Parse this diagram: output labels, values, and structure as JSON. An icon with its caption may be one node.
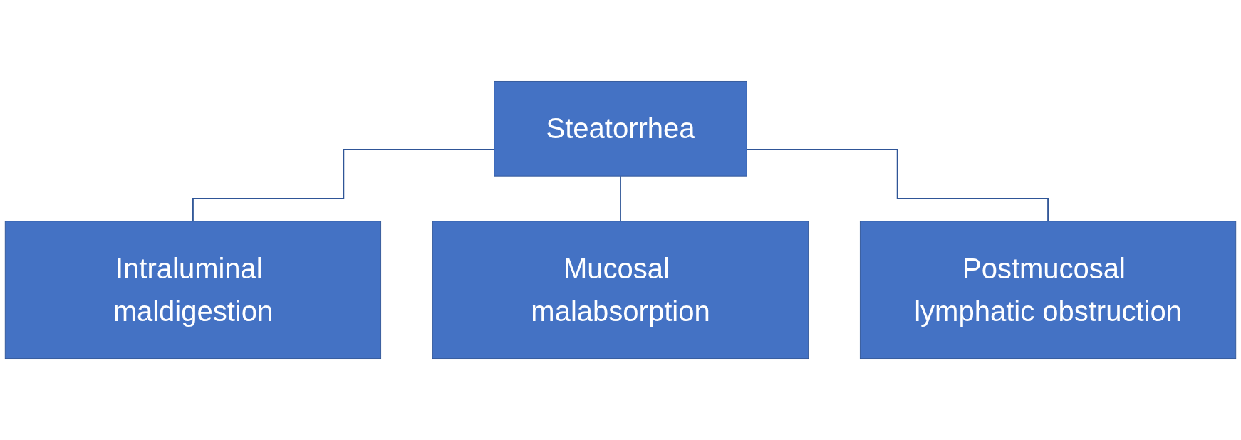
{
  "diagram": {
    "nodes": [
      {
        "text": [
          "Steatorrhea"
        ]
      },
      {
        "text": [
          "Intraluminal maldigestion"
        ]
      },
      {
        "text": [
          "Mucosal malabsorption"
        ]
      },
      {
        "text": [
          "Postmucosal lymphatic obstruction"
        ]
      }
    ],
    "edges": [
      {
        "from": 0,
        "to": 1,
        "arrow": "none"
      },
      {
        "from": 0,
        "to": 2,
        "arrow": "none"
      },
      {
        "from": 0,
        "to": 3,
        "arrow": "none"
      }
    ]
  }
}
